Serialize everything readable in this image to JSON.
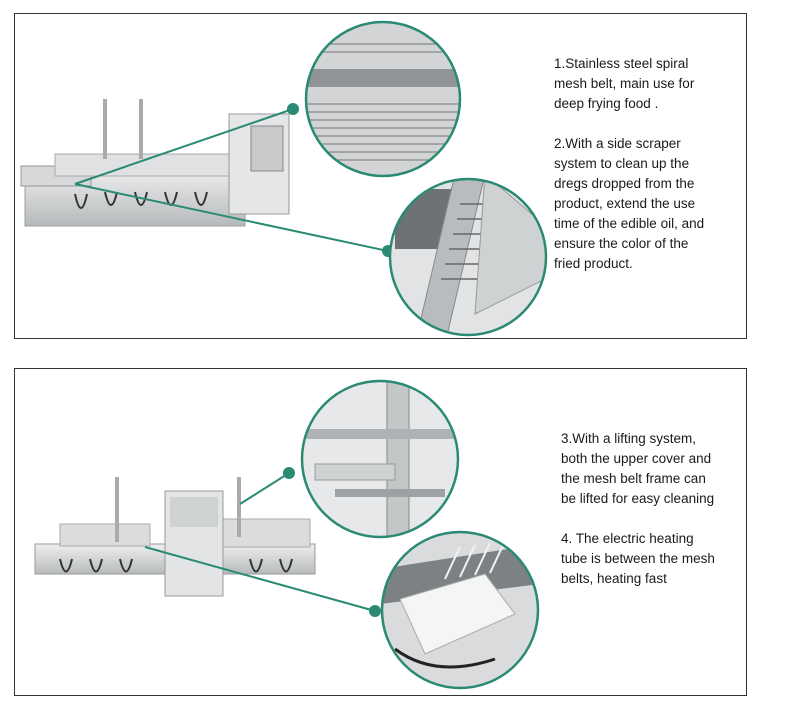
{
  "panel1": {
    "feature1": "1.Stainless steel spiral\nmesh belt, main use for\ndeep frying food .",
    "feature2": "2.With a side scraper\nsystem to clean up the\ndregs dropped from the\nproduct, extend the use\ntime of the edible oil, and\nensure the color of the\nfried product."
  },
  "panel2": {
    "feature3": "3.With a lifting system,\nboth the upper cover and\nthe mesh belt frame can\nbe lifted for easy cleaning",
    "feature4": "4. The electric heating\ntube is between the mesh\nbelts, heating fast"
  },
  "colors": {
    "accent": "#2a8a73",
    "steel": "#c8cacb",
    "border": "#333333"
  }
}
